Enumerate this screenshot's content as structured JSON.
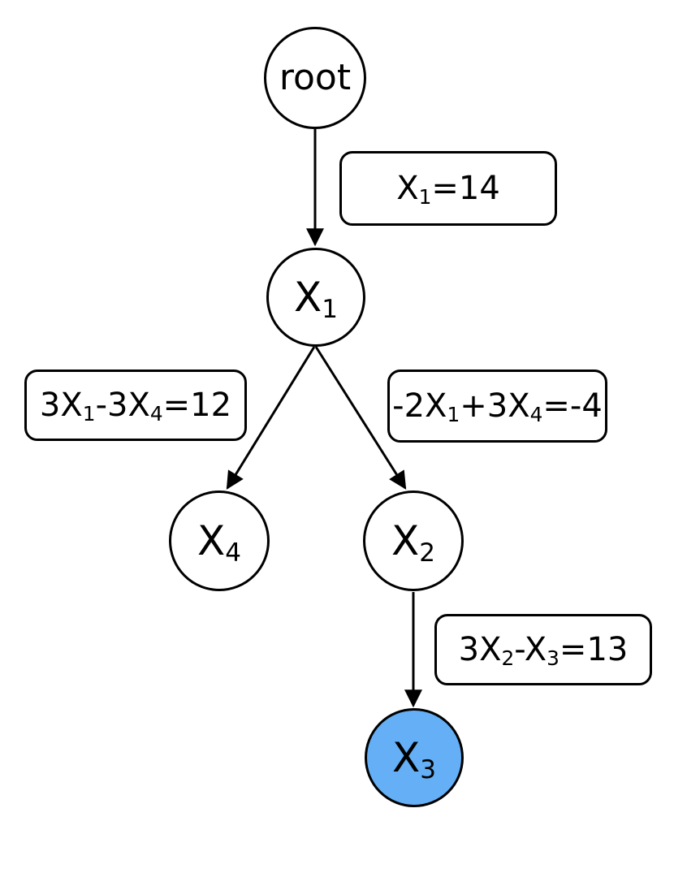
{
  "diagram": {
    "type": "search-tree",
    "colors": {
      "background": "#ffffff",
      "stroke": "#000000",
      "node_fill": "#ffffff",
      "highlight_fill": "#64AFF5"
    },
    "nodes": [
      {
        "id": "root",
        "label": [
          {
            "t": "root"
          }
        ],
        "highlighted": false
      },
      {
        "id": "X1",
        "label": [
          {
            "t": "X"
          },
          {
            "sub": "1"
          }
        ],
        "highlighted": false
      },
      {
        "id": "X4",
        "label": [
          {
            "t": "X"
          },
          {
            "sub": "4"
          }
        ],
        "highlighted": false
      },
      {
        "id": "X2",
        "label": [
          {
            "t": "X"
          },
          {
            "sub": "2"
          }
        ],
        "highlighted": false
      },
      {
        "id": "X3",
        "label": [
          {
            "t": "X"
          },
          {
            "sub": "3"
          }
        ],
        "highlighted": true
      }
    ],
    "edges": [
      {
        "from": "root",
        "to": "X1",
        "label": [
          {
            "t": "X"
          },
          {
            "sub": "1"
          },
          {
            "t": "=14"
          }
        ]
      },
      {
        "from": "X1",
        "to": "X4",
        "label": [
          {
            "t": "3X"
          },
          {
            "sub": "1"
          },
          {
            "t": "-3X"
          },
          {
            "sub": "4"
          },
          {
            "t": "=12"
          }
        ]
      },
      {
        "from": "X1",
        "to": "X2",
        "label": [
          {
            "t": "-2X"
          },
          {
            "sub": "1"
          },
          {
            "t": "+3X"
          },
          {
            "sub": "4"
          },
          {
            "t": "=-4"
          }
        ]
      },
      {
        "from": "X2",
        "to": "X3",
        "label": [
          {
            "t": "3X"
          },
          {
            "sub": "2"
          },
          {
            "t": "-X"
          },
          {
            "sub": "3"
          },
          {
            "t": "=13"
          }
        ]
      }
    ]
  }
}
